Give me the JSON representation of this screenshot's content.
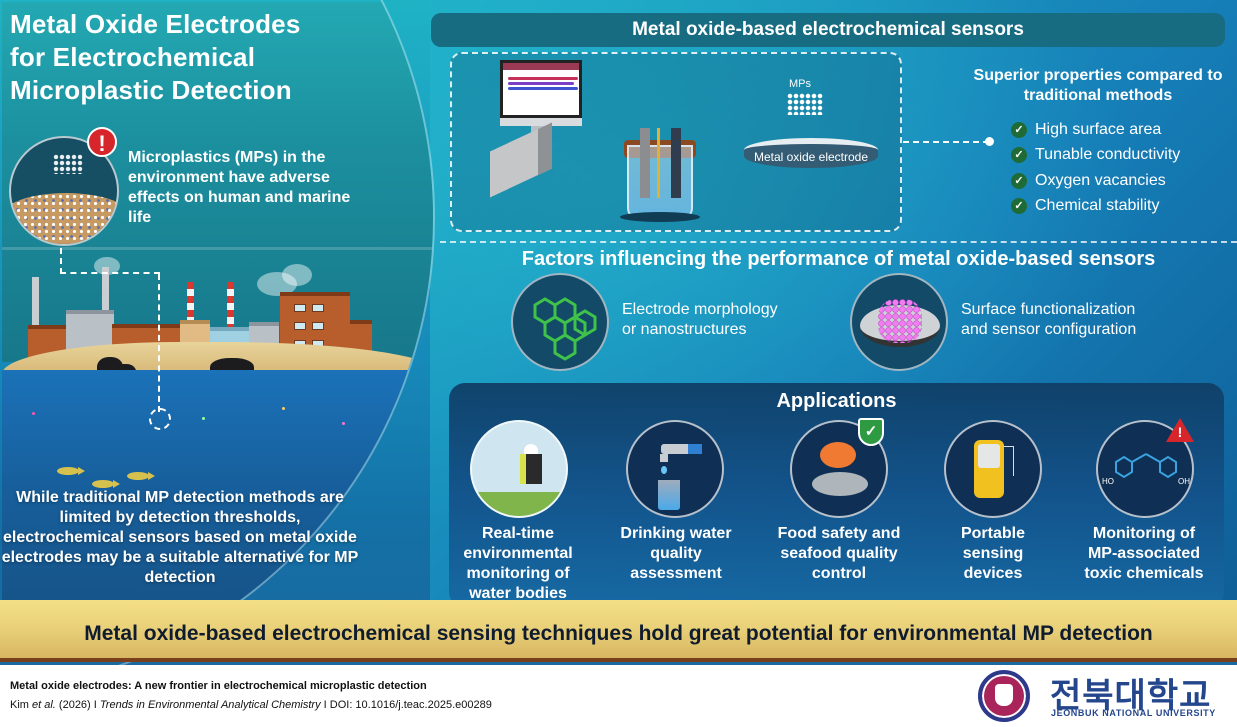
{
  "left_panel": {
    "title_lines": [
      "Metal Oxide Electrodes",
      "for Electrochemical",
      "Microplastic Detection"
    ],
    "mp_statement": "Microplastics (MPs) in the environment have adverse effects on human and marine life",
    "alert_icon": "exclamation-alert-icon",
    "bottom_text": "While traditional MP detection methods are limited by detection thresholds, electrochemical sensors based on metal oxide electrodes may be a suitable alternative for MP detection"
  },
  "sensors_section": {
    "header": "Metal oxide-based electrochemical sensors",
    "mps_label": "MPs",
    "electrode_label": "Metal oxide electrode",
    "properties_title": "Superior properties compared to traditional methods",
    "properties": [
      "High surface area",
      "Tunable conductivity",
      "Oxygen vacancies",
      "Chemical stability"
    ]
  },
  "factors_section": {
    "title": "Factors influencing the performance of metal oxide-based sensors",
    "items": [
      {
        "label_line1": "Electrode morphology",
        "label_line2": "or nanostructures",
        "icon": "hexagon-lattice-icon"
      },
      {
        "label_line1": "Surface functionalization",
        "label_line2": "and sensor configuration",
        "icon": "functionalized-disk-icon"
      }
    ]
  },
  "applications_section": {
    "title": "Applications",
    "items": [
      {
        "label": [
          "Real-time",
          "environmental",
          "monitoring of",
          "water bodies"
        ],
        "icon": "field-worker-sampling-icon"
      },
      {
        "label": [
          "Drinking water",
          "quality",
          "assessment"
        ],
        "icon": "water-tap-glass-icon"
      },
      {
        "label": [
          "Food safety and",
          "seafood quality",
          "control"
        ],
        "icon": "shrimp-fish-shield-icon"
      },
      {
        "label": [
          "Portable",
          "sensing",
          "devices"
        ],
        "icon": "handheld-sensor-icon"
      },
      {
        "label": [
          "Monitoring of",
          "MP-associated",
          "toxic chemicals"
        ],
        "icon": "bisphenol-molecule-warning-icon"
      }
    ],
    "molecule_labels": {
      "left": "HO",
      "right": "OH"
    }
  },
  "conclusion": "Metal oxide-based electrochemical sensing techniques hold great potential for environmental MP detection",
  "footer": {
    "article_title": "Metal oxide electrodes: A new frontier in electrochemical microplastic detection",
    "authors_prefix": "Kim ",
    "authors_etal": "et al.",
    "year": " (2026) I ",
    "journal": "Trends in Environmental Analytical Chemistry",
    "doi": "  I DOI: 10.1016/j.teac.2025.e00289",
    "university_kr": "전북대학교",
    "university_en": "JEONBUK NATIONAL UNIVERSITY"
  },
  "colors": {
    "header_bar": "#176c82",
    "check_green": "#1f6b36",
    "alert_red": "#d6262b",
    "sand": "#ead27a",
    "conclusion_text": "#0f1b2e",
    "university_blue": "#24468d",
    "seal_magenta": "#a8245a"
  }
}
